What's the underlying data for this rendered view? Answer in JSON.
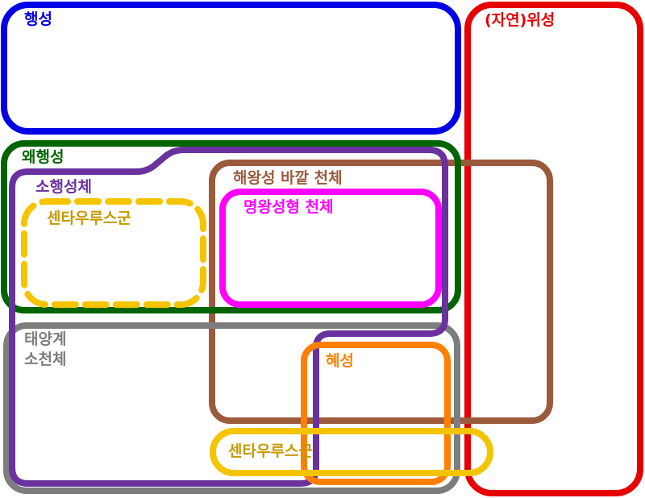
{
  "diagram": {
    "labels": {
      "planets": "행성",
      "natural_satellites": "(자연)위성",
      "dwarf_planets": "왜행성",
      "small_bodies": "소행성체",
      "centaurs_top": "센타우루스군",
      "trans_neptunian": "해왕성 바깥 천체",
      "plutoids": "명왕성형 천체",
      "small_solar_system_bodies_line1": "태양계",
      "small_solar_system_bodies_line2": "소천체",
      "comets": "혜성",
      "centaurs_bottom": "센타우루스군"
    },
    "colors": {
      "planets": "#0000e6",
      "natural_satellites": "#e60000",
      "dwarf_planets": "#006400",
      "small_bodies": "#6a329f",
      "centaurs": "#f5c400",
      "centaurs_text": "#c49a00",
      "trans_neptunian": "#9b5a3c",
      "plutoids": "#ff00ff",
      "small_solar_system_bodies": "#7d7d7d",
      "comets": "#ff7f00"
    }
  }
}
